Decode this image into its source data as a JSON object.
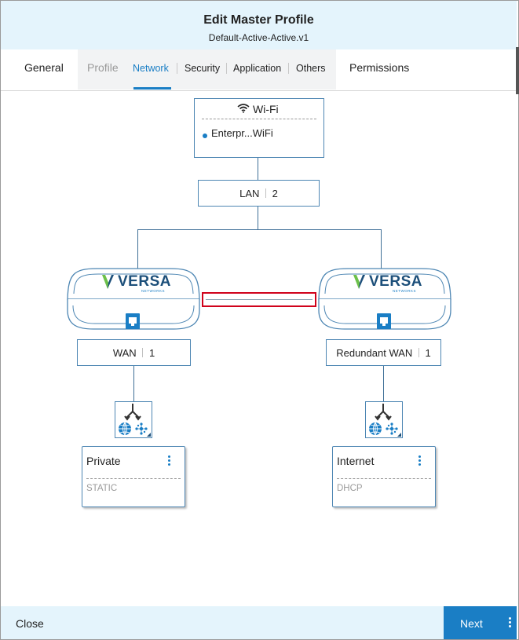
{
  "header": {
    "title": "Edit Master Profile",
    "subtitle": "Default-Active-Active.v1"
  },
  "tabs": {
    "general": "General",
    "profile": "Profile",
    "network": "Network",
    "security": "Security",
    "application": "Application",
    "others": "Others",
    "permissions": "Permissions",
    "active": "Network"
  },
  "topology": {
    "wifi": {
      "label": "Wi-Fi",
      "ssid": "Enterpr...WiFi"
    },
    "lan": {
      "label": "LAN",
      "count": "2"
    },
    "devices": [
      {
        "brand": "VERSA",
        "sub": "NETWORKS"
      },
      {
        "brand": "VERSA",
        "sub": "NETWORKS"
      }
    ],
    "wan": {
      "label": "WAN",
      "count": "1"
    },
    "redundant_wan": {
      "label": "Redundant WAN",
      "count": "1"
    },
    "circuits": [
      {
        "name": "Private",
        "addressing": "STATIC"
      },
      {
        "name": "Internet",
        "addressing": "DHCP"
      }
    ]
  },
  "footer": {
    "close_label": "Close",
    "next_label": "Next"
  },
  "colors": {
    "accent": "#1a7ec5",
    "header_bg": "#e4f4fc",
    "highlight": "#d0021b",
    "versa_green": "#6cc04a"
  }
}
